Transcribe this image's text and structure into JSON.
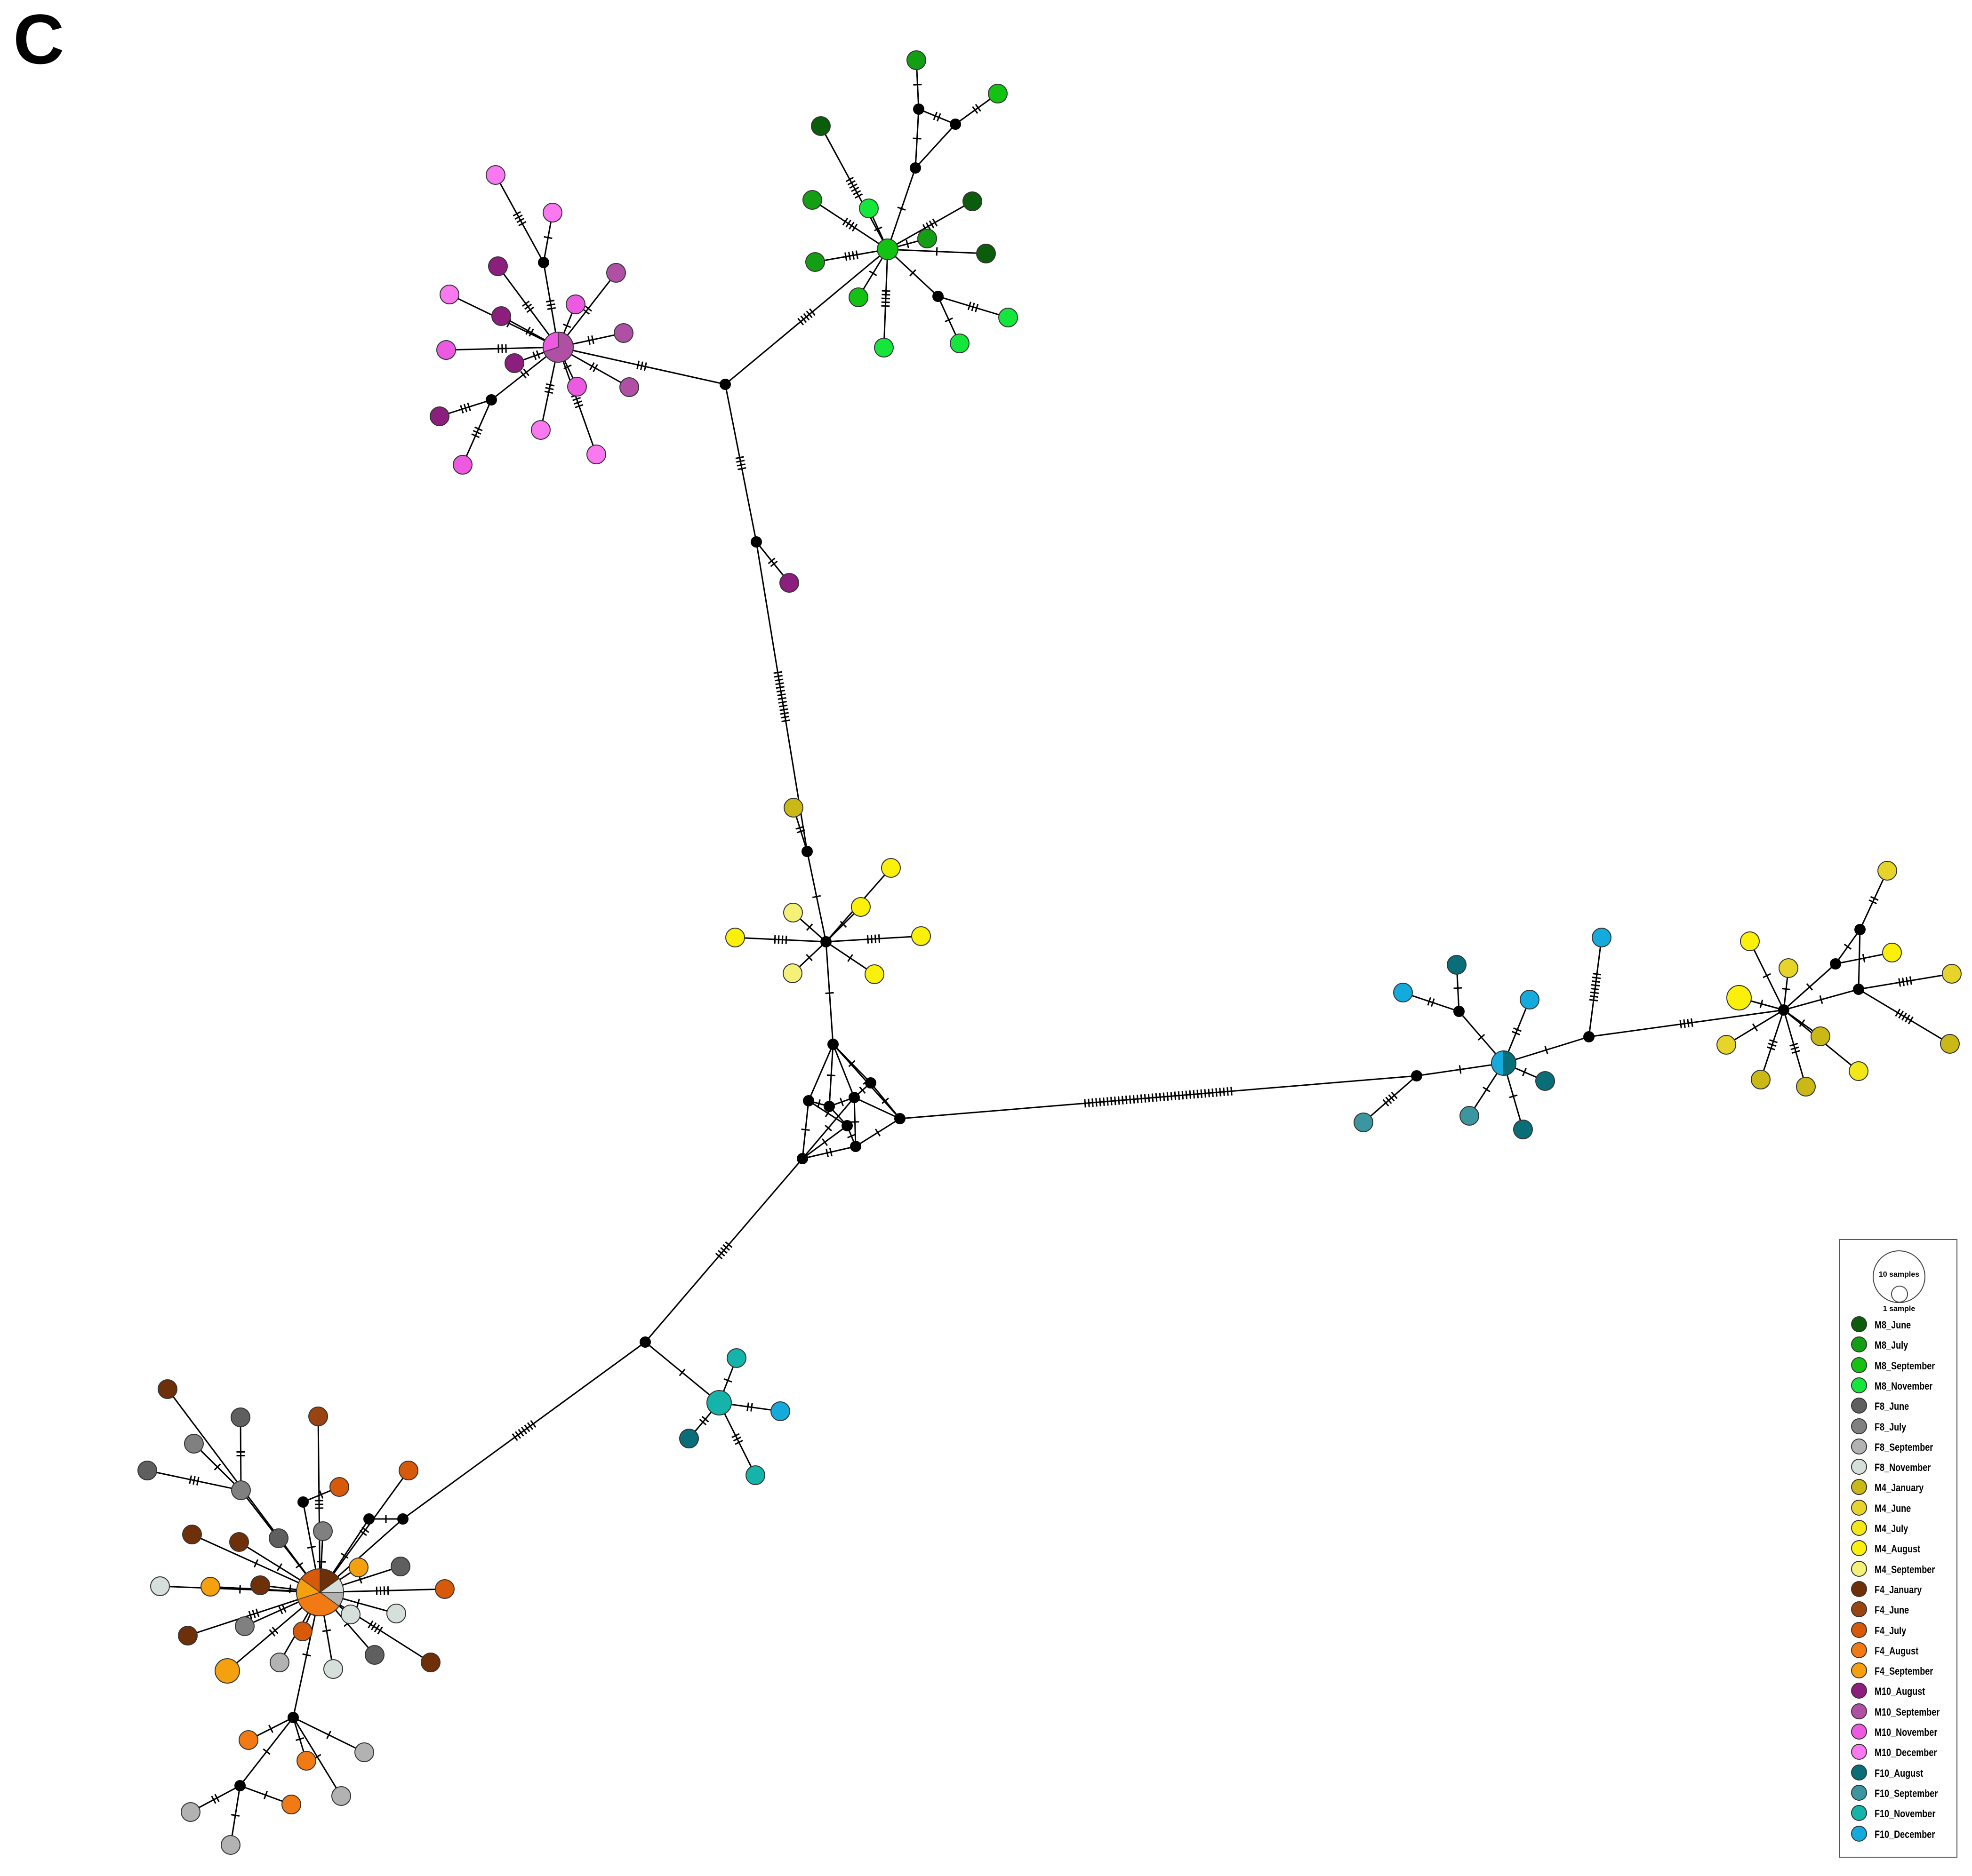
{
  "panel_label": "C",
  "legend": {
    "size_key": {
      "large": "10 samples",
      "small": "1 sample"
    },
    "groups": [
      {
        "key": "M8_June",
        "label": "M8_June",
        "color": "#0b5c0b"
      },
      {
        "key": "M8_July",
        "label": "M8_July",
        "color": "#149e14"
      },
      {
        "key": "M8_September",
        "label": "M8_September",
        "color": "#14c214"
      },
      {
        "key": "M8_November",
        "label": "M8_November",
        "color": "#14e63c"
      },
      {
        "key": "F8_June",
        "label": "F8_June",
        "color": "#5f5f5f"
      },
      {
        "key": "F8_July",
        "label": "F8_July",
        "color": "#808080"
      },
      {
        "key": "F8_September",
        "label": "F8_September",
        "color": "#b2b2b2"
      },
      {
        "key": "F8_November",
        "label": "F8_November",
        "color": "#d6e0db"
      },
      {
        "key": "M4_January",
        "label": "M4_January",
        "color": "#c9b816"
      },
      {
        "key": "M4_June",
        "label": "M4_June",
        "color": "#e6d42a"
      },
      {
        "key": "M4_July",
        "label": "M4_July",
        "color": "#f2e818"
      },
      {
        "key": "M4_August",
        "label": "M4_August",
        "color": "#faf00a"
      },
      {
        "key": "M4_September",
        "label": "M4_September",
        "color": "#f5f078"
      },
      {
        "key": "F4_January",
        "label": "F4_January",
        "color": "#6e3008"
      },
      {
        "key": "F4_June",
        "label": "F4_June",
        "color": "#9a4411"
      },
      {
        "key": "F4_July",
        "label": "F4_July",
        "color": "#d65a0a"
      },
      {
        "key": "F4_August",
        "label": "F4_August",
        "color": "#f27a14"
      },
      {
        "key": "F4_September",
        "label": "F4_September",
        "color": "#f5a00f"
      },
      {
        "key": "M10_August",
        "label": "M10_August",
        "color": "#8c1e7d"
      },
      {
        "key": "M10_September",
        "label": "M10_September",
        "color": "#b050a5"
      },
      {
        "key": "M10_November",
        "label": "M10_November",
        "color": "#eb5ae1"
      },
      {
        "key": "M10_December",
        "label": "M10_December",
        "color": "#fa78f0"
      },
      {
        "key": "F10_August",
        "label": "F10_August",
        "color": "#0a6e78"
      },
      {
        "key": "F10_September",
        "label": "F10_September",
        "color": "#3c96a0"
      },
      {
        "key": "F10_November",
        "label": "F10_November",
        "color": "#14b4aa"
      },
      {
        "key": "F10_December",
        "label": "F10_December",
        "color": "#14aadc"
      }
    ]
  },
  "network": {
    "median_vector_color": "#000000",
    "haplotypes": [
      {
        "id": "h_m10_center",
        "pie": [
          {
            "group": "M10_September",
            "frac": 0.7
          },
          {
            "group": "M10_November",
            "frac": 0.3
          }
        ],
        "samples": 3
      },
      {
        "id": "h_m8_center",
        "pie": [
          {
            "group": "M8_September",
            "frac": 1
          }
        ],
        "samples": 2
      },
      {
        "id": "h_f4_center",
        "pie": [
          {
            "group": "F4_January",
            "frac": 0.15
          },
          {
            "group": "F8_November",
            "frac": 0.1
          },
          {
            "group": "F8_September",
            "frac": 0.1
          },
          {
            "group": "F4_August",
            "frac": 0.35
          },
          {
            "group": "F4_September",
            "frac": 0.15
          },
          {
            "group": "F4_July",
            "frac": 0.15
          }
        ],
        "samples": 9
      },
      {
        "id": "h_f10_center",
        "pie": [
          {
            "group": "F10_August",
            "frac": 0.5
          },
          {
            "group": "F10_December",
            "frac": 0.5
          }
        ],
        "samples": 2
      },
      {
        "id": "h_f10b_center",
        "pie": [
          {
            "group": "F10_November",
            "frac": 1
          }
        ],
        "samples": 2
      },
      {
        "id": "h_m4_big",
        "pie": [
          {
            "group": "M4_August",
            "frac": 1
          }
        ],
        "samples": 2
      },
      {
        "id": "h_f4_sep_big",
        "pie": [
          {
            "group": "F4_September",
            "frac": 1
          }
        ],
        "samples": 2
      }
    ]
  }
}
